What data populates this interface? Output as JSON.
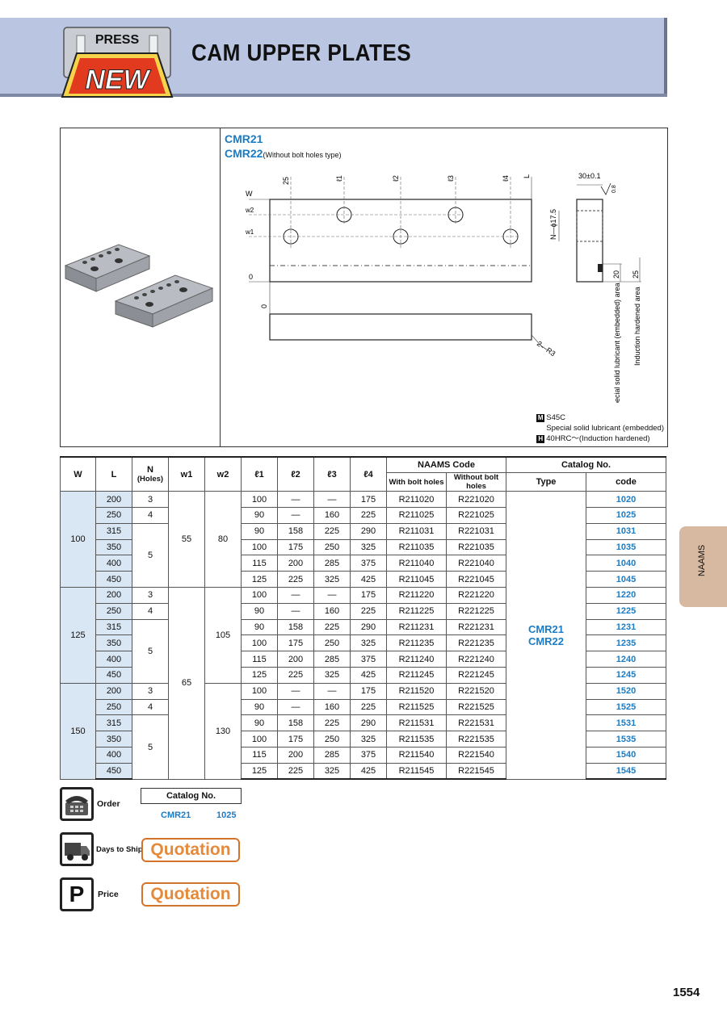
{
  "header": {
    "badge_top": "PRESS",
    "badge_main": "NEW",
    "title": "CAM UPPER PLATES"
  },
  "figure": {
    "model_a": "CMR21",
    "model_b": "CMR22",
    "model_b_note": "(Without bolt holes type)",
    "dims": {
      "top_25": "25",
      "l1": "ℓ1",
      "l2": "ℓ2",
      "l3": "ℓ3",
      "l4": "ℓ4",
      "L": "L",
      "W": "W",
      "w2": "w2",
      "w1": "w1",
      "zero_a": "0",
      "zero_b": "0",
      "hole": "N—ϕ17.5",
      "thick": "30±0.1",
      "rough": "0.8",
      "d20": "20",
      "d25": "25",
      "radius": "2—R3",
      "area_a": "Special solid lubricant (embedded) area",
      "area_b": "Induction hardened area"
    },
    "materials": [
      {
        "tag": "M",
        "text": "S45C"
      },
      {
        "tag": "",
        "text": "Special solid lubricant (embedded)"
      },
      {
        "tag": "H",
        "text": "40HRC～(Induction hardened)"
      }
    ]
  },
  "table": {
    "headers": {
      "W": "W",
      "L": "L",
      "N": "N",
      "N_sub": "(Holes)",
      "w1": "w1",
      "w2": "w2",
      "l1": "ℓ1",
      "l2": "ℓ2",
      "l3": "ℓ3",
      "l4": "ℓ4",
      "naams": "NAAMS Code",
      "with": "With bolt holes",
      "without": "Without bolt holes",
      "catalog": "Catalog  No.",
      "type": "Type",
      "code": "code"
    },
    "groups": [
      {
        "W": "100",
        "w2": "80",
        "rows": [
          [
            "200",
            "3",
            "100",
            "—",
            "—",
            "175",
            "R211020",
            "R221020",
            "1020"
          ],
          [
            "250",
            "4",
            "90",
            "—",
            "160",
            "225",
            "R211025",
            "R221025",
            "1025"
          ],
          [
            "315",
            "",
            "90",
            "158",
            "225",
            "290",
            "R211031",
            "R221031",
            "1031"
          ],
          [
            "350",
            "5",
            "100",
            "175",
            "250",
            "325",
            "R211035",
            "R221035",
            "1035"
          ],
          [
            "400",
            "",
            "115",
            "200",
            "285",
            "375",
            "R211040",
            "R221040",
            "1040"
          ],
          [
            "450",
            "",
            "125",
            "225",
            "325",
            "425",
            "R211045",
            "R221045",
            "1045"
          ]
        ]
      },
      {
        "W": "125",
        "w2": "105",
        "rows": [
          [
            "200",
            "3",
            "100",
            "—",
            "—",
            "175",
            "R211220",
            "R221220",
            "1220"
          ],
          [
            "250",
            "4",
            "90",
            "—",
            "160",
            "225",
            "R211225",
            "R221225",
            "1225"
          ],
          [
            "315",
            "",
            "90",
            "158",
            "225",
            "290",
            "R211231",
            "R221231",
            "1231"
          ],
          [
            "350",
            "5",
            "100",
            "175",
            "250",
            "325",
            "R211235",
            "R221235",
            "1235"
          ],
          [
            "400",
            "",
            "115",
            "200",
            "285",
            "375",
            "R211240",
            "R221240",
            "1240"
          ],
          [
            "450",
            "",
            "125",
            "225",
            "325",
            "425",
            "R211245",
            "R221245",
            "1245"
          ]
        ]
      },
      {
        "W": "150",
        "w2": "130",
        "rows": [
          [
            "200",
            "3",
            "100",
            "—",
            "—",
            "175",
            "R211520",
            "R221520",
            "1520"
          ],
          [
            "250",
            "4",
            "90",
            "—",
            "160",
            "225",
            "R211525",
            "R221525",
            "1525"
          ],
          [
            "315",
            "",
            "90",
            "158",
            "225",
            "290",
            "R211531",
            "R221531",
            "1531"
          ],
          [
            "350",
            "5",
            "100",
            "175",
            "250",
            "325",
            "R211535",
            "R221535",
            "1535"
          ],
          [
            "400",
            "",
            "115",
            "200",
            "285",
            "375",
            "R211540",
            "R221540",
            "1540"
          ],
          [
            "450",
            "",
            "125",
            "225",
            "325",
            "425",
            "R211545",
            "R221545",
            "1545"
          ]
        ]
      }
    ],
    "w1_a": "55",
    "w1_b": "65",
    "type_a": "CMR21",
    "type_b": "CMR22"
  },
  "side_tab": "NAAMS",
  "order": {
    "label": "Order",
    "box_title": "Catalog  No.",
    "type": "CMR21",
    "code": "1025"
  },
  "ship": {
    "label": "Days to Ship",
    "value": "Quotation"
  },
  "price": {
    "label": "Price",
    "value": "Quotation",
    "icon_letter": "P"
  },
  "page_number": "1554"
}
